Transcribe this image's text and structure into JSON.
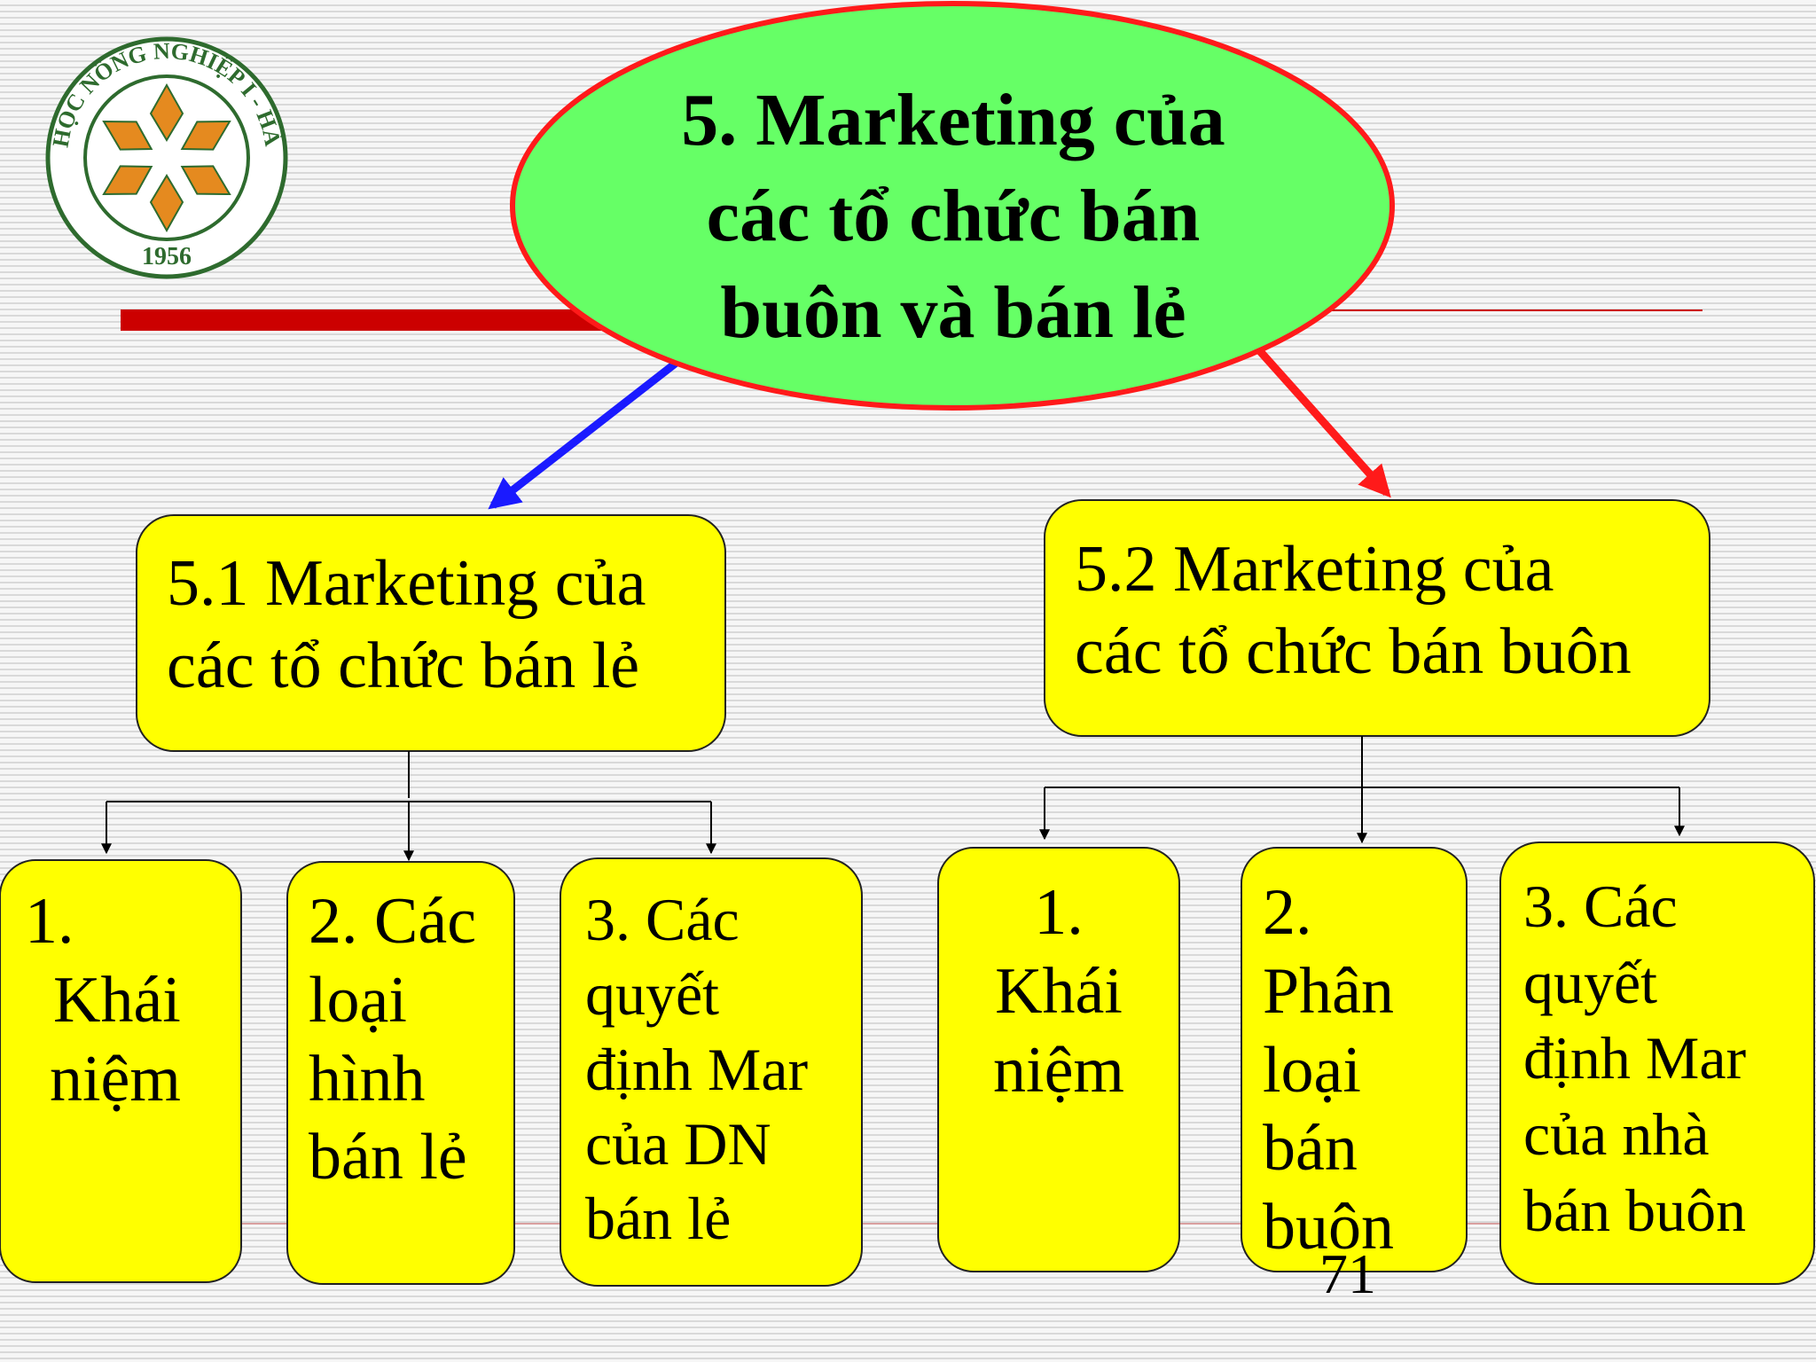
{
  "logo": {
    "ring_text": "ĐẠI HỌC NÔNG NGHIỆP I - HÀ NỘI",
    "year": "1956"
  },
  "root": {
    "lines": [
      "5. Marketing của",
      "các tổ chức bán",
      "buôn và bán lẻ"
    ]
  },
  "left_branch": {
    "title_lines": [
      "5.1 Marketing của",
      "các tổ chức bán lẻ"
    ],
    "children": [
      {
        "lines": [
          "1.",
          "Khái",
          "niệm"
        ]
      },
      {
        "lines": [
          "2. Các",
          "loại",
          "hình",
          "bán lẻ"
        ]
      },
      {
        "lines": [
          "3. Các",
          "quyết",
          "định Mar",
          "của DN",
          "bán lẻ"
        ]
      }
    ]
  },
  "right_branch": {
    "title_lines": [
      "5.2 Marketing của",
      "các tổ chức bán buôn"
    ],
    "children": [
      {
        "lines": [
          "1.",
          "Khái",
          "niệm"
        ]
      },
      {
        "lines": [
          "2.",
          "Phân",
          "loại",
          "bán",
          "buôn"
        ]
      },
      {
        "lines": [
          "3. Các",
          "quyết",
          "định Mar",
          "của nhà",
          "bán buôn"
        ]
      }
    ]
  },
  "slide_number": "71",
  "colors": {
    "ellipse_fill": "#66ff66",
    "ellipse_border": "#ff1a1a",
    "box_fill": "#ffff00",
    "left_arrow": "#1a1aff",
    "right_arrow": "#ff1a1a",
    "header_bar": "#cc0000",
    "logo_orange": "#e58a1f",
    "logo_green": "#2e6b2e"
  }
}
